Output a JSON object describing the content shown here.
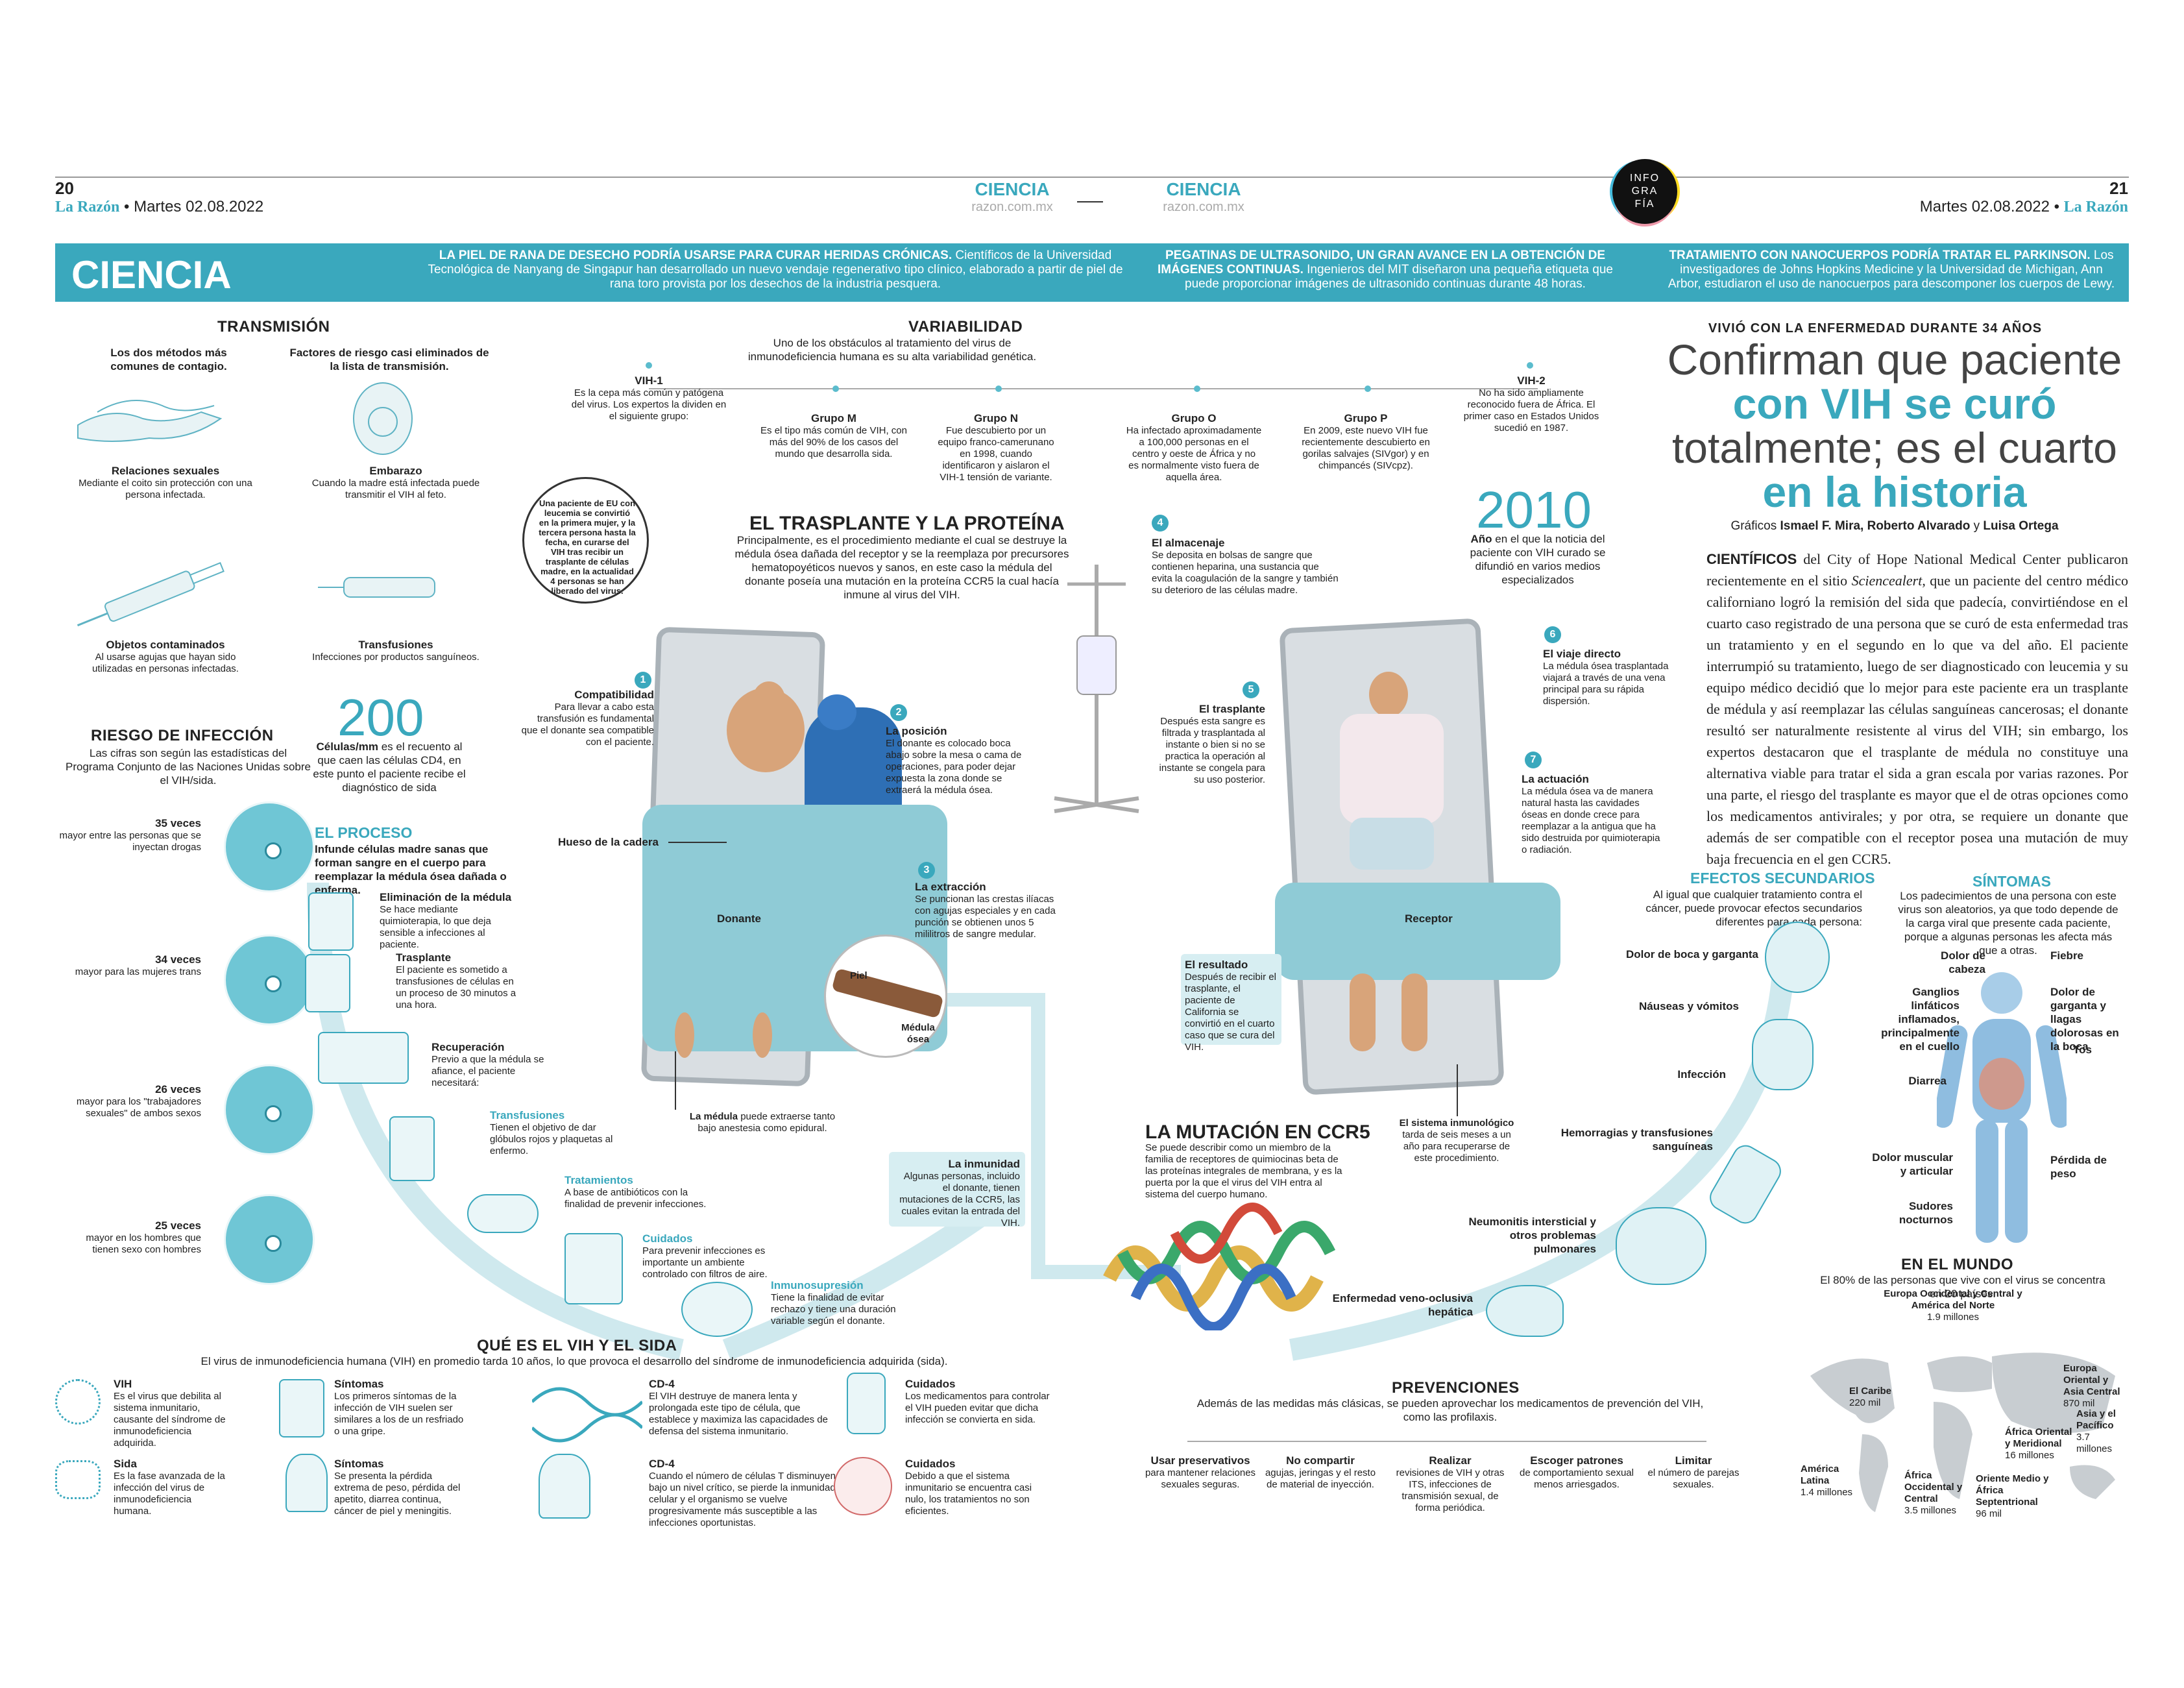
{
  "header": {
    "left_page": "20",
    "left_brand": "La Razón",
    "left_date": "• Martes 02.08.2022",
    "section_left": "CIENCIA",
    "site_left": "razon.com.mx",
    "section_right": "CIENCIA",
    "site_right": "razon.com.mx",
    "badge_line1": "INFO",
    "badge_line2": "GRA",
    "badge_line3": "FÍA",
    "right_page": "21",
    "right_date": "Martes 02.08.2022 •",
    "right_brand": "La Razón"
  },
  "banner": {
    "title": "CIENCIA",
    "news1_head": "LA PIEL DE RANA DE DESECHO PODRÍA USARSE PARA CURAR HERIDAS CRÓNICAS.",
    "news1_body": "Científicos de la Universidad Tecnológica de Nanyang de Singapur han desarrollado un nuevo vendaje regenerativo tipo clínico, elaborado a partir de piel de rana toro provista por los desechos de la industria pesquera.",
    "news2_head": "PEGATINAS DE ULTRASONIDO, UN GRAN AVANCE EN LA OBTENCIÓN DE IMÁGENES CONTINUAS.",
    "news2_body": "Ingenieros del MIT diseñaron una pequeña etiqueta que puede proporcionar imágenes de ultrasonido continuas durante 48 horas.",
    "news3_head": "TRATAMIENTO CON NANOCUERPOS PODRÍA TRATAR EL PARKINSON.",
    "news3_body": "Los investigadores de Johns Hopkins Medicine y la Universidad de Michigan, Ann Arbor, estudiaron el uso de nanocuerpos para descomponer los cuerpos de Lewy."
  },
  "transmision": {
    "title": "TRANSMISIÓN",
    "intro_left": "Los dos métodos más comunes de contagio.",
    "intro_right": "Factores de riesgo casi eliminados de la lista de transmisión.",
    "items": [
      {
        "title": "Relaciones sexuales",
        "text": "Mediante el coito sin protección con una persona infectada."
      },
      {
        "title": "Embarazo",
        "text": "Cuando la madre está infectada puede transmitir el VIH al feto."
      },
      {
        "title": "Objetos contaminados",
        "text": "Al usarse agujas que hayan sido utilizadas en personas infectadas."
      },
      {
        "title": "Transfusiones",
        "text": "Infecciones por productos sanguíneos."
      }
    ]
  },
  "callout_patient": "Una paciente de EU con leucemia se convirtió en la primera mujer, y la tercera persona hasta la fecha, en curarse del VIH tras recibir un trasplante de células madre, en la actualidad 4 personas se han liberado del virus.",
  "stat_200": {
    "number": "200",
    "text_bold": "Células/mm",
    "text": "es el recuento al que caen las células CD4, en este punto el paciente recibe el diagnóstico de sida"
  },
  "riesgo": {
    "title": "RIESGO DE INFECCIÓN",
    "intro": "Las cifras son según las estadísticas del Programa Conjunto de las Naciones Unidas sobre el VIH/sida.",
    "items": [
      {
        "value": "35 veces",
        "text": "mayor entre las personas que se inyectan drogas"
      },
      {
        "value": "34 veces",
        "text": "mayor para las mujeres trans"
      },
      {
        "value": "26 veces",
        "text": "mayor para los \"trabajadores sexuales\" de ambos sexos"
      },
      {
        "value": "25 veces",
        "text": "mayor en los hombres que tienen sexo con hombres"
      }
    ]
  },
  "proceso": {
    "title": "EL PROCESO",
    "intro": "Infunde células madre sanas que forman sangre en el cuerpo para reemplazar la médula ósea dañada o enferma.",
    "steps": [
      {
        "title": "Eliminación de la médula",
        "text": "Se hace mediante quimioterapia, lo que deja sensible a infecciones al paciente."
      },
      {
        "title": "Trasplante",
        "text": "El paciente es sometido a transfusiones de células en un proceso de 30 minutos a una hora."
      },
      {
        "title": "Recuperación",
        "text": "Previo a que la médula se afiance, el paciente necesitará:"
      },
      {
        "title": "Transfusiones",
        "text": "Tienen el objetivo de dar glóbulos rojos y plaquetas al enfermo."
      },
      {
        "title": "Tratamientos",
        "text": "A base de antibióticos con la finalidad de prevenir infecciones."
      },
      {
        "title": "Cuidados",
        "text": "Para prevenir infecciones es importante un ambiente controlado con filtros de aire."
      },
      {
        "title": "Inmunosupresión",
        "text": "Tiene la finalidad de evitar rechazo y tiene una duración variable según el donante."
      }
    ]
  },
  "variabilidad": {
    "title": "VARIABILIDAD",
    "intro": "Uno de los obstáculos al tratamiento del virus de inmunodeficiencia humana es su alta variabilidad genética.",
    "vih1": {
      "title": "VIH-1",
      "text": "Es la cepa más común y patógena del virus. Los expertos la dividen en el siguiente grupo:"
    },
    "vih2": {
      "title": "VIH-2",
      "text": "No ha sido ampliamente reconocido fuera de África. El primer caso en Estados Unidos sucedió en 1987."
    },
    "groups": [
      {
        "title": "Grupo M",
        "text": "Es el tipo más común de VIH, con más del 90% de los casos del mundo que desarrolla sida."
      },
      {
        "title": "Grupo N",
        "text": "Fue descubierto por un equipo franco-camerunano en 1998, cuando identificaron y aislaron el VIH-1 tensión de variante."
      },
      {
        "title": "Grupo O",
        "text": "Ha infectado aproximadamente a 100,000 personas en el centro y oeste de África y no es normalmente visto fuera de aquella área."
      },
      {
        "title": "Grupo P",
        "text": "En 2009, este nuevo VIH fue recientemente descubierto en gorilas salvajes (SIVgor) y en chimpancés (SIVcpz)."
      }
    ]
  },
  "trasplante": {
    "title": "EL TRASPLANTE Y LA PROTEÍNA",
    "intro": "Principalmente, es el procedimiento mediante el cual se destruye la médula ósea dañada del receptor y se la reemplaza por precursores hematopoyéticos nuevos y sanos, en este caso la médula del donante poseía una mutación en la proteína CCR5 la cual hacía inmune al virus del VIH.",
    "steps": [
      {
        "n": "1",
        "title": "Compatibilidad",
        "text": "Para llevar a cabo esta transfusión es fundamental que el donante sea compatible con el paciente."
      },
      {
        "n": "2",
        "title": "La posición",
        "text": "El donante es colocado boca abajo sobre la mesa o cama de operaciones, para poder dejar expuesta la zona donde se extraerá la médula ósea."
      },
      {
        "n": "3",
        "title": "La extracción",
        "text": "Se puncionan las crestas ilíacas con agujas especiales y en cada punción se obtienen unos 5 mililitros de sangre medular."
      },
      {
        "n": "4",
        "title": "El almacenaje",
        "text": "Se deposita en bolsas de sangre que contienen heparina, una sustancia que evita la coagulación de la sangre y también su deterioro de las células madre."
      },
      {
        "n": "5",
        "title": "El trasplante",
        "text": "Después esta sangre es filtrada y trasplantada al instante o bien si no se practica la operación al instante se congela para su uso posterior."
      },
      {
        "n": "6",
        "title": "El viaje directo",
        "text": "La médula ósea trasplantada viajará a través de una vena principal para su rápida dispersión."
      },
      {
        "n": "7",
        "title": "La actuación",
        "text": "La médula ósea va de manera natural hasta las cavidades óseas en donde crece para reemplazar a la antigua que ha sido destruida por quimioterapia o radiación."
      }
    ],
    "label_cadera": "Hueso de la cadera",
    "label_donante": "Donante",
    "label_receptor": "Receptor",
    "label_piel": "Piel",
    "label_medula_osea": "Médula ósea",
    "medula_bold": "La médula",
    "medula_text": "puede extraerse tanto bajo anestesia como epidural.",
    "inmunidad_title": "La inmunidad",
    "inmunidad_text": "Algunas personas, incluido el donante, tienen mutaciones de la CCR5, las cuales evitan la entrada del VIH.",
    "resultado_title": "El resultado",
    "resultado_text": "Después de recibir el trasplante, el paciente de California se convirtió en el cuarto caso que se cura del VIH.",
    "inmuno_bold": "El sistema inmunológico",
    "inmuno_text": "tarda de seis meses a un año para recuperarse de este procedimiento."
  },
  "stat_2010": {
    "number": "2010",
    "text_bold": "Año",
    "text": "en el que la noticia del paciente con VIH curado se difundió en varios medios especializados"
  },
  "mutacion": {
    "title": "LA MUTACIÓN EN CCR5",
    "text": "Se puede describir como un miembro de la familia de receptores de quimiocinas beta de las proteínas integrales de membrana, y es la puerta por la que el virus del VIH entra al sistema del cuerpo humano."
  },
  "que_es": {
    "title": "QUÉ ES EL VIH Y EL SIDA",
    "intro": "El virus de inmunodeficiencia humana (VIH) en promedio tarda 10 años, lo que provoca el desarrollo del síndrome de inmunodeficiencia adquirida (sida).",
    "items": [
      {
        "title": "VIH",
        "text": "Es el virus que debilita al sistema inmunitario, causante del síndrome de inmunodeficiencia adquirida."
      },
      {
        "title": "Sida",
        "text": "Es la fase avanzada de la infección del virus de inmunodeficiencia humana."
      },
      {
        "title": "Síntomas",
        "text": "Los primeros síntomas de la infección de VIH suelen ser similares a los de un resfriado o una gripe."
      },
      {
        "title": "Síntomas",
        "text": "Se presenta la pérdida extrema de peso, pérdida del apetito, diarrea continua, cáncer de piel y meningitis."
      },
      {
        "title": "CD-4",
        "text": "El VIH destruye de manera lenta y prolongada este tipo de célula, que establece y maximiza las capacidades de defensa del sistema inmunitario."
      },
      {
        "title": "CD-4",
        "text": "Cuando el número de células T disminuyen bajo un nivel crítico, se pierde la inmunidad celular y el organismo se vuelve progresivamente más susceptible a las infecciones oportunistas."
      },
      {
        "title": "Cuidados",
        "text": "Los medicamentos para controlar el VIH pueden evitar que dicha infección se convierta en sida."
      },
      {
        "title": "Cuidados",
        "text": "Debido a que el sistema inmunitario se encuentra casi nulo, los tratamientos no son eficientes."
      }
    ]
  },
  "prevenciones": {
    "title": "PREVENCIONES",
    "intro": "Además de las medidas más clásicas, se pueden aprovechar los medicamentos de prevención del VIH, como las profilaxis.",
    "items": [
      {
        "title": "Usar preservativos",
        "text": "para mantener relaciones sexuales seguras."
      },
      {
        "title": "No compartir",
        "text": "agujas, jeringas y el resto de material de inyección."
      },
      {
        "title": "Realizar",
        "text": "revisiones de VIH y otras ITS, infecciones de transmisión sexual, de forma periódica."
      },
      {
        "title": "Escoger patrones",
        "text": "de comportamiento sexual menos arriesgados."
      },
      {
        "title": "Limitar",
        "text": "el número de parejas sexuales."
      }
    ]
  },
  "article": {
    "kicker": "VIVIÓ CON LA ENFERMEDAD DURANTE 34 AÑOS",
    "headline1": "Confirman que paciente",
    "headline2": "con VIH se curó",
    "headline3": "totalmente; es el cuarto",
    "headline4": "en la historia",
    "credits_prefix": "Gráficos",
    "credits_names": "Ismael F. Mira, Roberto Alvarado",
    "credits_and": "y",
    "credits_last": "Luisa Ortega",
    "lead": "CIENTÍFICOS",
    "body_a": "del City of Hope National Medical Center publicaron recientemente en el sitio",
    "body_em": "Sciencealert",
    "body_b": ", que un paciente del centro médico californiano logró la remisión del sida que padecía, convirtiéndose en el cuarto caso registrado de una persona que se curó de esta enfermedad tras un tratamiento y en el segundo en lo que va del año. El paciente interrumpió su tratamiento, luego de ser diagnosticado con leucemia y su equipo médico decidió que lo mejor para este paciente era un trasplante de médula y así reemplazar las células sanguíneas cancerosas; el donante resultó ser naturalmente resistente al virus del VIH; sin embargo, los expertos destacaron que el trasplante de médula no constituye una alternativa viable para tratar el sida a gran escala por varias razones. Por una parte, el riesgo del trasplante es mayor que el de otras opciones como los medicamentos antivirales; y por otra, se requiere un donante que además de ser compatible con el receptor posea una mutación de muy baja frecuencia en el gen CCR5."
  },
  "efectos": {
    "title": "EFECTOS SECUNDARIOS",
    "intro": "Al igual que cualquier tratamiento contra el cáncer, puede provocar efectos secundarios diferentes para cada persona:",
    "items": [
      "Dolor de boca y garganta",
      "Náuseas y vómitos",
      "Infección",
      "Hemorragias y transfusiones sanguíneas",
      "Neumonitis intersticial y otros problemas pulmonares",
      "Enfermedad veno-oclusiva hepática"
    ]
  },
  "sintomas": {
    "title": "SÍNTOMAS",
    "intro": "Los padecimientos de una persona con este virus son aleatorios, ya que todo depende de la carga viral que presente cada paciente, porque a algunas personas les afecta más que a otras.",
    "left": [
      "Dolor de cabeza",
      "Ganglios linfáticos inflamados, principalmente en el cuello",
      "Diarrea",
      "Dolor muscular y articular",
      "Sudores nocturnos"
    ],
    "right": [
      "Fiebre",
      "Dolor de garganta y llagas dolorosas en la boca",
      "Tos",
      "Pérdida de peso"
    ]
  },
  "mundo": {
    "title": "EN EL MUNDO",
    "intro": "El 80% de las personas que vive con el virus se concentra en 20 países.",
    "regions": [
      {
        "name": "Europa Occidental y Central y América del Norte",
        "value": "1.9 millones"
      },
      {
        "name": "El Caribe",
        "value": "220 mil"
      },
      {
        "name": "Europa Oriental y Asia Central",
        "value": "870 mil"
      },
      {
        "name": "Asia y el Pacífico",
        "value": "3.7 millones"
      },
      {
        "name": "África Oriental y Meridional",
        "value": "16 millones"
      },
      {
        "name": "América Latina",
        "value": "1.4 millones"
      },
      {
        "name": "África Occidental y Central",
        "value": "3.5 millones"
      },
      {
        "name": "Oriente Medio y África Septentrional",
        "value": "96 mil"
      }
    ]
  },
  "colors": {
    "teal": "#3aa8bd",
    "banner": "#3aa8bd",
    "sheet": "#8fcbd6"
  }
}
